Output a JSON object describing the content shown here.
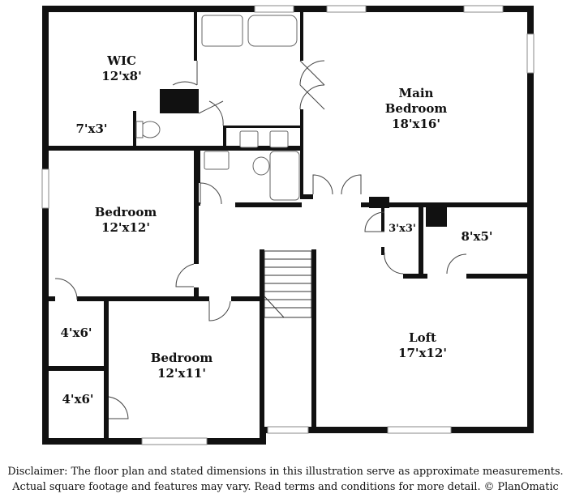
{
  "rooms": {
    "wic": {
      "name": "WIC",
      "dims": "12'x8'"
    },
    "wic_closet": {
      "dims": "7'x3'"
    },
    "main_bedroom": {
      "name_line1": "Main",
      "name_line2": "Bedroom",
      "dims": "18'x16'"
    },
    "bedroom_1": {
      "name": "Bedroom",
      "dims": "12'x12'"
    },
    "bedroom_2": {
      "name": "Bedroom",
      "dims": "12'x11'"
    },
    "closet_3x3": {
      "dims": "3'x3'"
    },
    "closet_8x5": {
      "dims": "8'x5'"
    },
    "closet_4x6_a": {
      "dims": "4'x6'"
    },
    "closet_4x6_b": {
      "dims": "4'x6'"
    },
    "loft": {
      "name": "Loft",
      "dims": "17'x12'"
    }
  },
  "disclaimer": {
    "line1": "Disclaimer: The floor plan and stated dimensions in this illustration serve as approximate measurements.",
    "line2": "Actual square footage and features may vary. Read terms and conditions for more detail. © PlanOmatic"
  },
  "colors": {
    "wall": "#111111",
    "background": "#ffffff",
    "window": "#888888",
    "fixture": "#666666"
  }
}
